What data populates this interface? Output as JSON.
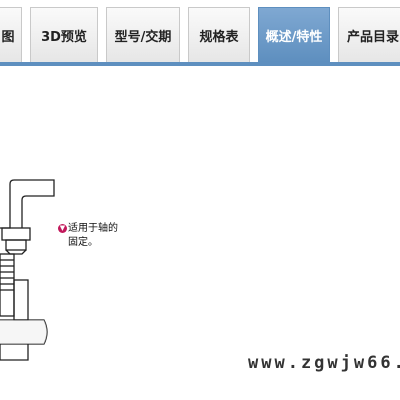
{
  "tabs": [
    {
      "label": "图",
      "active": false
    },
    {
      "label": "3D预览",
      "active": false
    },
    {
      "label": "型号/交期",
      "active": false
    },
    {
      "label": "规格表",
      "active": false
    },
    {
      "label": "概述/特性",
      "active": true
    },
    {
      "label": "产品目录",
      "active": false
    }
  ],
  "callout": {
    "icon": "feature-marker-icon",
    "icon_glyph": "▼",
    "text": "适用于轴的\n固定。"
  },
  "watermark": "www.zgwjw66.",
  "colors": {
    "tab_active": "#5e8fbf",
    "tab_inactive": "#ececec",
    "marker": "#c2185b"
  }
}
